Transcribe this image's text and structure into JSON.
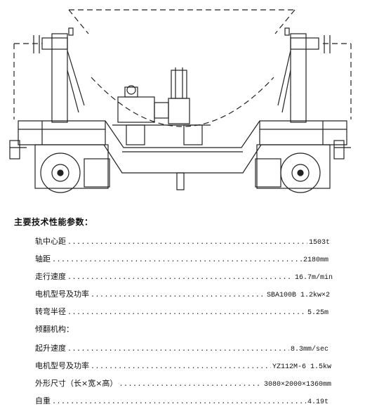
{
  "heading": "主要技术性能参数：",
  "specs": [
    {
      "label": "轨中心距",
      "value": "1503t"
    },
    {
      "label": "轴距",
      "value": "2180mm"
    },
    {
      "label": "走行速度",
      "value": "16.7m/min"
    },
    {
      "label": "电机型号及功率",
      "value": "SBA100B 1.2kw×2"
    },
    {
      "label": "转弯半径",
      "value": "5.25m"
    }
  ],
  "tilt_heading": "倾翻机构：",
  "tilt_specs": [
    {
      "label": "起升速度",
      "value": "8.3mm/sec"
    },
    {
      "label": "电机型号及功率",
      "value": "YZ112M-6 1.5kw"
    },
    {
      "label": "外形尺寸（长×宽×高）",
      "value": "3080×2000×1360mm"
    },
    {
      "label": "自重",
      "value": "4.19t"
    }
  ]
}
